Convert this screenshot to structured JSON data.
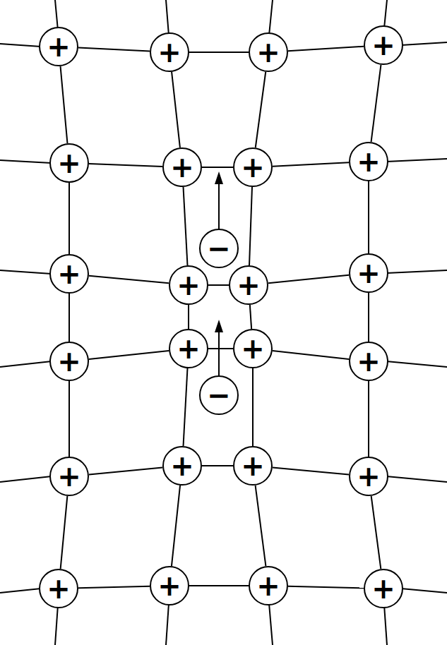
{
  "diagram": {
    "nodes": [
      {
        "text": [
          "+"
        ]
      },
      {
        "text": [
          "+"
        ]
      },
      {
        "text": [
          "+"
        ]
      },
      {
        "text": [
          "+"
        ]
      },
      {
        "text": [
          "+"
        ]
      },
      {
        "text": [
          "+"
        ]
      },
      {
        "text": [
          "+"
        ]
      },
      {
        "text": [
          "+"
        ]
      },
      {
        "text": [
          "−"
        ]
      },
      {
        "text": [
          "+"
        ]
      },
      {
        "text": [
          "+"
        ]
      },
      {
        "text": [
          "+"
        ]
      },
      {
        "text": [
          "+"
        ]
      },
      {
        "text": [
          "+"
        ]
      },
      {
        "text": [
          "+"
        ]
      },
      {
        "text": [
          "+"
        ]
      },
      {
        "text": [
          "+"
        ]
      },
      {
        "text": [
          "−"
        ]
      },
      {
        "text": [
          "+"
        ]
      },
      {
        "text": [
          "+"
        ]
      },
      {
        "text": [
          "+"
        ]
      },
      {
        "text": [
          "+"
        ]
      },
      {
        "text": [
          "+"
        ]
      },
      {
        "text": [
          "+"
        ]
      },
      {
        "text": [
          "+"
        ]
      },
      {
        "text": [
          "+"
        ]
      }
    ],
    "edges": [
      {
        "from": 0,
        "to": 1,
        "arrow": "none"
      },
      {
        "from": 1,
        "to": 2,
        "arrow": "none"
      },
      {
        "from": 2,
        "to": 3,
        "arrow": "none"
      },
      {
        "from": 4,
        "to": 5,
        "arrow": "none"
      },
      {
        "from": 5,
        "to": 6,
        "arrow": "none"
      },
      {
        "from": 6,
        "to": 7,
        "arrow": "none"
      },
      {
        "from": 9,
        "to": 10,
        "arrow": "none"
      },
      {
        "from": 10,
        "to": 11,
        "arrow": "none"
      },
      {
        "from": 11,
        "to": 12,
        "arrow": "none"
      },
      {
        "from": 13,
        "to": 14,
        "arrow": "none"
      },
      {
        "from": 14,
        "to": 15,
        "arrow": "none"
      },
      {
        "from": 15,
        "to": 16,
        "arrow": "none"
      },
      {
        "from": 18,
        "to": 19,
        "arrow": "none"
      },
      {
        "from": 19,
        "to": 20,
        "arrow": "none"
      },
      {
        "from": 20,
        "to": 21,
        "arrow": "none"
      },
      {
        "from": 22,
        "to": 23,
        "arrow": "none"
      },
      {
        "from": 23,
        "to": 24,
        "arrow": "none"
      },
      {
        "from": 24,
        "to": 25,
        "arrow": "none"
      },
      {
        "from": 0,
        "to": 4,
        "arrow": "none"
      },
      {
        "from": 4,
        "to": 9,
        "arrow": "none"
      },
      {
        "from": 9,
        "to": 13,
        "arrow": "none"
      },
      {
        "from": 13,
        "to": 18,
        "arrow": "none"
      },
      {
        "from": 18,
        "to": 22,
        "arrow": "none"
      },
      {
        "from": 1,
        "to": 5,
        "arrow": "none"
      },
      {
        "from": 5,
        "to": 10,
        "arrow": "none"
      },
      {
        "from": 10,
        "to": 14,
        "arrow": "none"
      },
      {
        "from": 14,
        "to": 19,
        "arrow": "none"
      },
      {
        "from": 19,
        "to": 23,
        "arrow": "none"
      },
      {
        "from": 2,
        "to": 6,
        "arrow": "none"
      },
      {
        "from": 6,
        "to": 11,
        "arrow": "none"
      },
      {
        "from": 11,
        "to": 15,
        "arrow": "none"
      },
      {
        "from": 15,
        "to": 20,
        "arrow": "none"
      },
      {
        "from": 20,
        "to": 24,
        "arrow": "none"
      },
      {
        "from": 3,
        "to": 7,
        "arrow": "none"
      },
      {
        "from": 7,
        "to": 12,
        "arrow": "none"
      },
      {
        "from": 12,
        "to": 16,
        "arrow": "none"
      },
      {
        "from": 16,
        "to": 21,
        "arrow": "none"
      },
      {
        "from": 21,
        "to": 25,
        "arrow": "none"
      }
    ]
  }
}
